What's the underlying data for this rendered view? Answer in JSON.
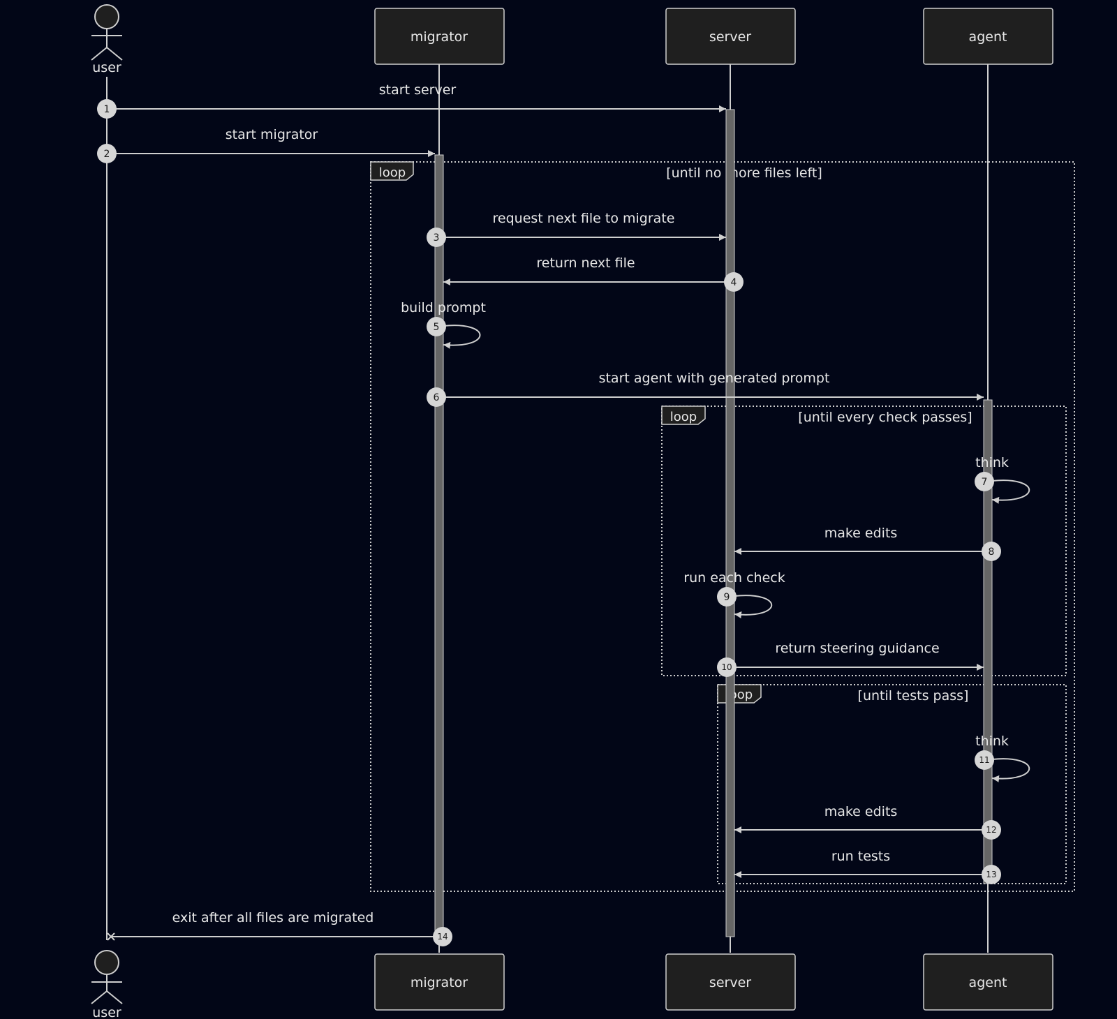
{
  "participants": {
    "user": "user",
    "migrator": "migrator",
    "server": "server",
    "agent": "agent"
  },
  "loops": [
    {
      "tag": "loop",
      "condition": "[until no more files left]"
    },
    {
      "tag": "loop",
      "condition": "[until every check passes]"
    },
    {
      "tag": "loop",
      "condition": "[until tests pass]"
    }
  ],
  "messages": [
    {
      "n": "1",
      "label": "start server"
    },
    {
      "n": "2",
      "label": "start migrator"
    },
    {
      "n": "3",
      "label": "request next file to migrate"
    },
    {
      "n": "4",
      "label": "return next file"
    },
    {
      "n": "5",
      "label": "build prompt"
    },
    {
      "n": "6",
      "label": "start agent with generated prompt"
    },
    {
      "n": "7",
      "label": "think"
    },
    {
      "n": "8",
      "label": "make edits"
    },
    {
      "n": "9",
      "label": "run each check"
    },
    {
      "n": "10",
      "label": "return steering guidance"
    },
    {
      "n": "11",
      "label": "think"
    },
    {
      "n": "12",
      "label": "make edits"
    },
    {
      "n": "13",
      "label": "run tests"
    },
    {
      "n": "14",
      "label": "exit after all files are migrated"
    }
  ],
  "colors": {
    "background": "#020617",
    "line": "#cfcfcf",
    "box_fill": "#1f1f1f",
    "text": "#e8e8e8",
    "badge": "#d6d6d6"
  }
}
